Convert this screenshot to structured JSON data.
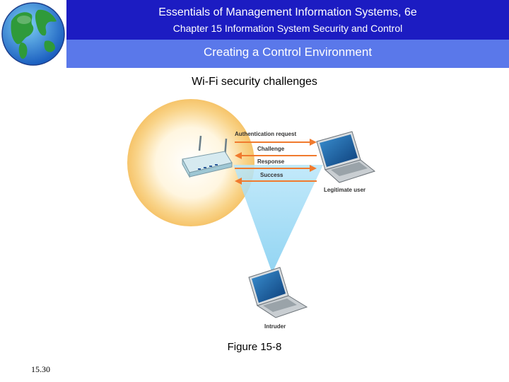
{
  "header": {
    "book_title": "Essentials of Management Information Systems, 6e",
    "chapter_title": "Chapter 15 Information System Security and Control",
    "section_title": "Creating a Control Environment",
    "globe_icon": "globe-icon"
  },
  "slide": {
    "title": "Wi-Fi security challenges",
    "caption": "Figure 15-8",
    "number": "15.30"
  },
  "diagram": {
    "messages": [
      "Authentication request",
      "Challenge",
      "Response",
      "Success"
    ],
    "legitimate_label": "Legitimate user",
    "intruder_label": "Intruder",
    "colors": {
      "signal_halo": "#f6c46a",
      "intercept_beam": "#9fd8f4",
      "arrow": "#f07a2e",
      "header_dark": "#1c1cc2",
      "header_light": "#5a78ea"
    }
  }
}
